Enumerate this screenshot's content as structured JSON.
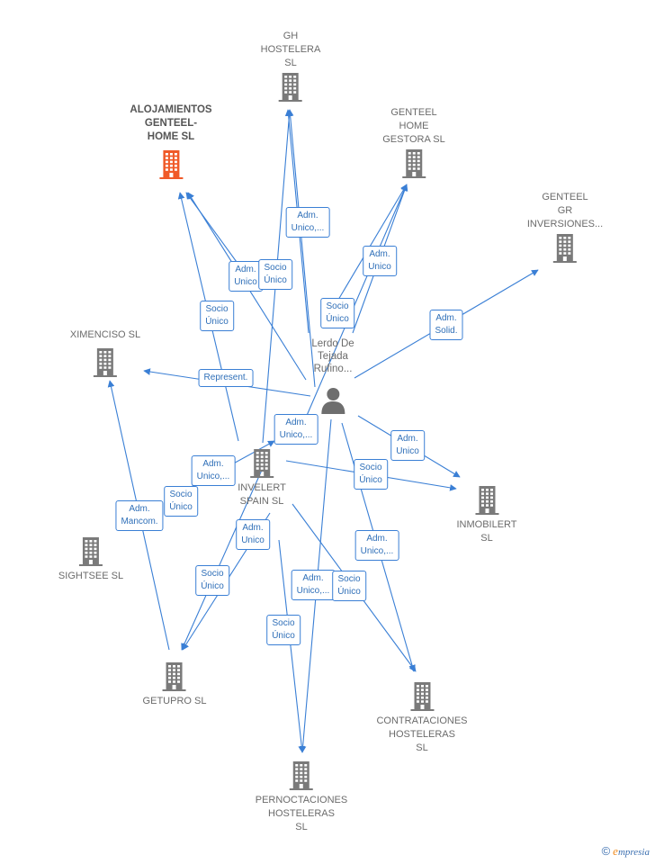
{
  "colors": {
    "edge": "#3a7fd5",
    "building": "#7a7a7a",
    "highlight": "#f05a28",
    "label": "#6b6b6b",
    "person": "#6e6e6e"
  },
  "person": {
    "label_lines": [
      "Lerdo De",
      "Tejada",
      "Rufino..."
    ],
    "icon": "person-icon"
  },
  "nodes": [
    {
      "id": "gh",
      "icon": "building-icon",
      "highlight": false,
      "label_lines": [
        "GH",
        "HOSTELERA",
        "SL"
      ]
    },
    {
      "id": "alojamientos",
      "icon": "building-icon",
      "highlight": true,
      "label_lines": [
        "ALOJAMIENTOS",
        "GENTEEL-",
        "HOME SL"
      ]
    },
    {
      "id": "genteel_home",
      "icon": "building-icon",
      "highlight": false,
      "label_lines": [
        "GENTEEL",
        "HOME",
        "GESTORA SL"
      ]
    },
    {
      "id": "genteel_gr",
      "icon": "building-icon",
      "highlight": false,
      "label_lines": [
        "GENTEEL",
        "GR",
        "INVERSIONES..."
      ]
    },
    {
      "id": "ximenciso",
      "icon": "building-icon",
      "highlight": false,
      "label_lines": [
        "XIMENCISO SL"
      ]
    },
    {
      "id": "invelert",
      "icon": "building-icon",
      "highlight": false,
      "label_lines": [
        "INVELERT",
        "SPAIN SL"
      ]
    },
    {
      "id": "inmobilert",
      "icon": "building-icon",
      "highlight": false,
      "label_lines": [
        "INMOBILERT",
        "SL"
      ]
    },
    {
      "id": "sightsee",
      "icon": "building-icon",
      "highlight": false,
      "label_lines": [
        "SIGHTSEE SL"
      ]
    },
    {
      "id": "getupro",
      "icon": "building-icon",
      "highlight": false,
      "label_lines": [
        "GETUPRO SL"
      ]
    },
    {
      "id": "contrataciones",
      "icon": "building-icon",
      "highlight": false,
      "label_lines": [
        "CONTRATACIONES",
        "HOSTELERAS",
        "SL"
      ]
    },
    {
      "id": "pernoctaciones",
      "icon": "building-icon",
      "highlight": false,
      "label_lines": [
        "PERNOCTACIONES",
        "HOSTELERAS",
        "SL"
      ]
    }
  ],
  "edge_labels": [
    {
      "id": "e1",
      "lines": [
        "Adm.",
        "Unico,..."
      ]
    },
    {
      "id": "e2",
      "lines": [
        "Adm.",
        "Unico"
      ]
    },
    {
      "id": "e3",
      "lines": [
        "Socio",
        "Único"
      ]
    },
    {
      "id": "e4",
      "lines": [
        "Adm.",
        "Unico"
      ]
    },
    {
      "id": "e5",
      "lines": [
        "Socio",
        "Único"
      ]
    },
    {
      "id": "e6",
      "lines": [
        "Socio",
        "Único"
      ]
    },
    {
      "id": "e7",
      "lines": [
        "Adm.",
        "Solid."
      ]
    },
    {
      "id": "e8",
      "lines": [
        "Represent."
      ]
    },
    {
      "id": "e9",
      "lines": [
        "Adm.",
        "Unico,..."
      ]
    },
    {
      "id": "e10",
      "lines": [
        "Adm.",
        "Unico"
      ]
    },
    {
      "id": "e11",
      "lines": [
        "Adm.",
        "Unico,..."
      ]
    },
    {
      "id": "e12",
      "lines": [
        "Socio",
        "Único"
      ]
    },
    {
      "id": "e13",
      "lines": [
        "Socio",
        "Único"
      ]
    },
    {
      "id": "e14",
      "lines": [
        "Adm.",
        "Mancom."
      ]
    },
    {
      "id": "e15",
      "lines": [
        "Adm.",
        "Unico"
      ]
    },
    {
      "id": "e16",
      "lines": [
        "Adm.",
        "Unico,..."
      ]
    },
    {
      "id": "e17",
      "lines": [
        "Socio",
        "Único"
      ]
    },
    {
      "id": "e18",
      "lines": [
        "Adm.",
        "Unico,..."
      ]
    },
    {
      "id": "e19",
      "lines": [
        "Socio",
        "Único"
      ]
    },
    {
      "id": "e20",
      "lines": [
        "Socio",
        "Único"
      ]
    }
  ],
  "brand": {
    "copyright": "©",
    "first_letter": "e",
    "rest": "mpresia"
  }
}
